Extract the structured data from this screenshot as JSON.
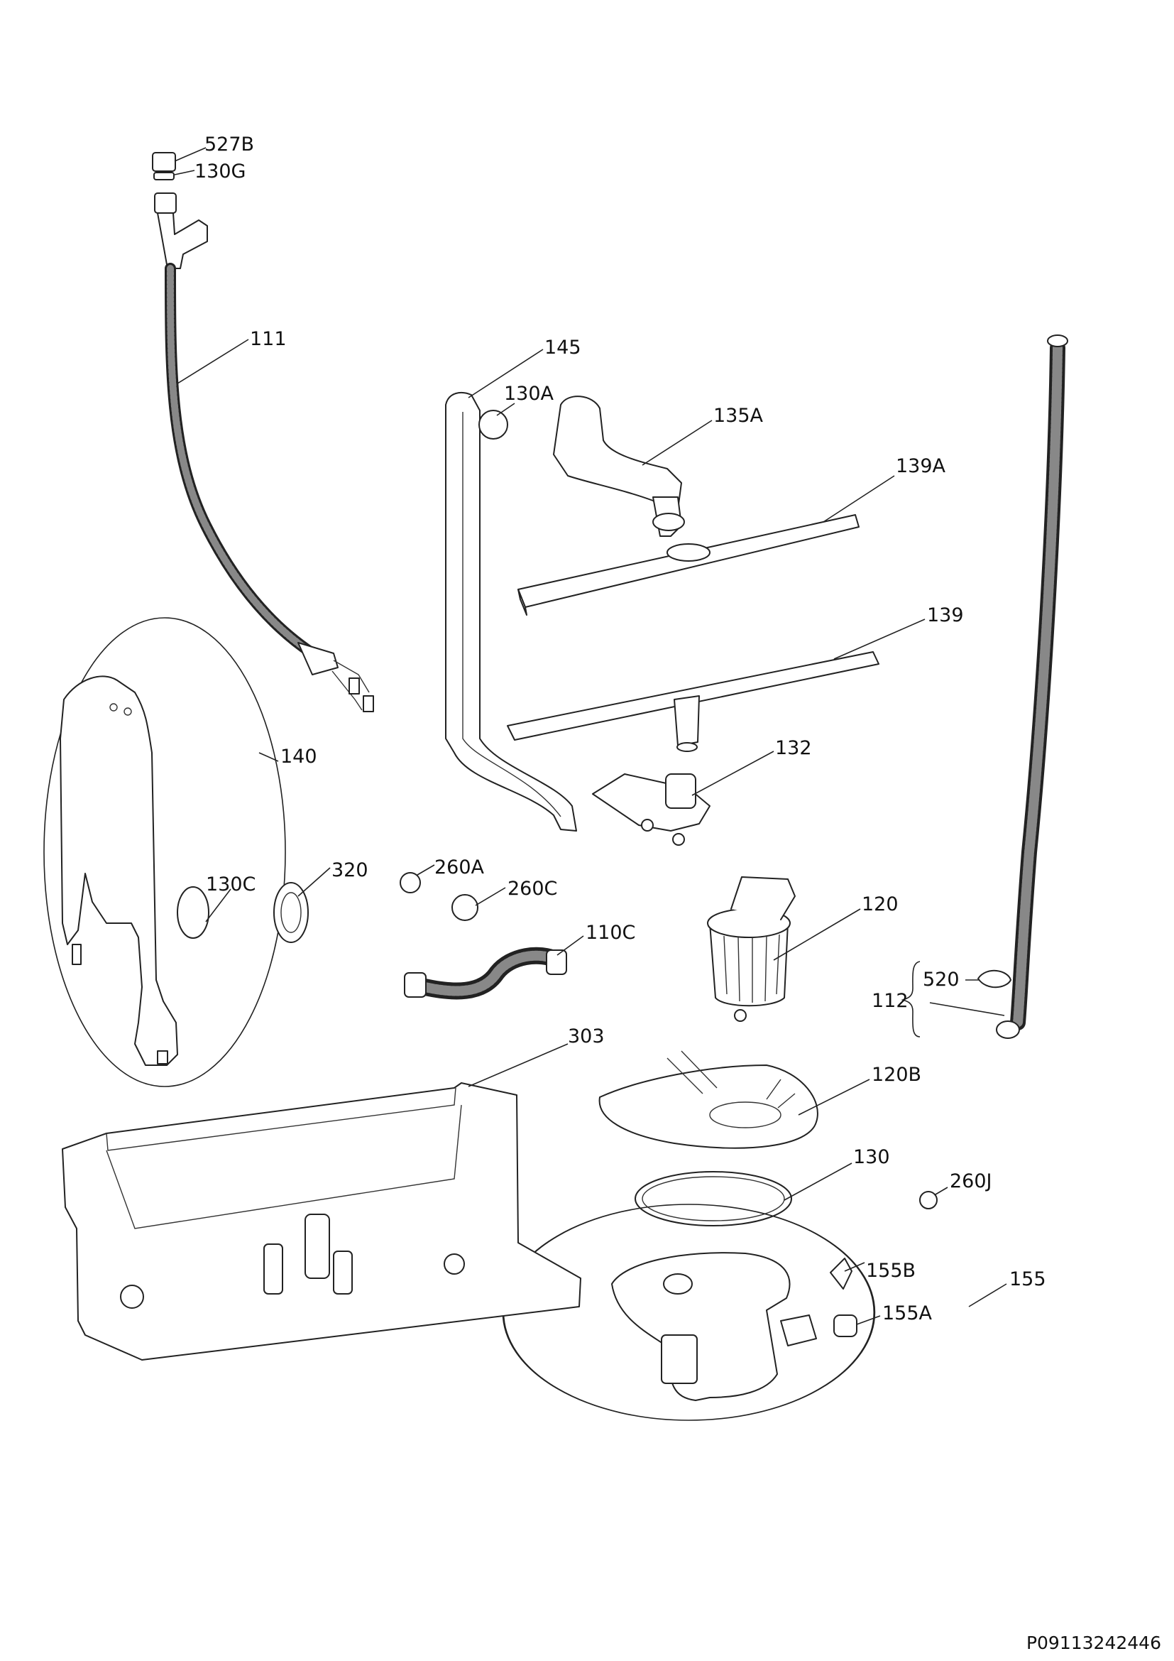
{
  "document_code": "P09113242446",
  "part_labels": {
    "p527B": "527B",
    "p130G": "130G",
    "p111": "111",
    "p145": "145",
    "p130A": "130A",
    "p135A": "135A",
    "p139A": "139A",
    "p139": "139",
    "p140": "140",
    "p132": "132",
    "p130C": "130C",
    "p320": "320",
    "p260A": "260A",
    "p260C": "260C",
    "p110C": "110C",
    "p120": "120",
    "p520": "520",
    "p112": "112",
    "p303": "303",
    "p120B": "120B",
    "p130": "130",
    "p260J": "260J",
    "p155B": "155B",
    "p155": "155",
    "p155A": "155A"
  }
}
